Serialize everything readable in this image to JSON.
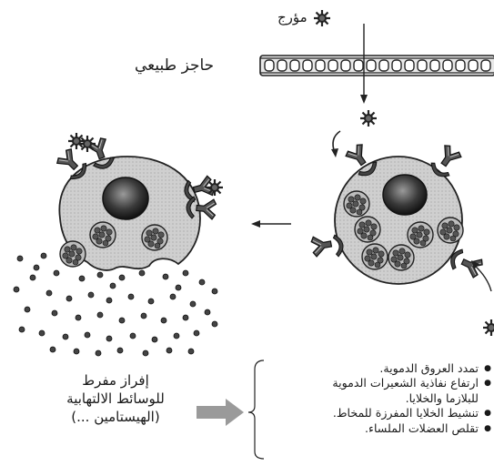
{
  "labels": {
    "allergen": "مؤرج",
    "barrier": "حاجز طبيعي"
  },
  "release": {
    "line1": "إفراز مفرط",
    "line2": "للوسائط الالتهابية",
    "line3": "(الهيستامين ...)"
  },
  "effects": [
    "تمدد العروق الدموية.",
    "ارتفاع نفاذية الشعيرات الدموية",
    "للبلازما والخلايا.",
    "تنشيط الخلايا المفرزة للمخاط.",
    "تقلص العضلات الملساء."
  ],
  "colors": {
    "ink": "#1a1a1a",
    "cell_fill": "#d6d6d6",
    "nucleus": "#3a3a3a",
    "arrow_grey": "#9a9a9a"
  }
}
